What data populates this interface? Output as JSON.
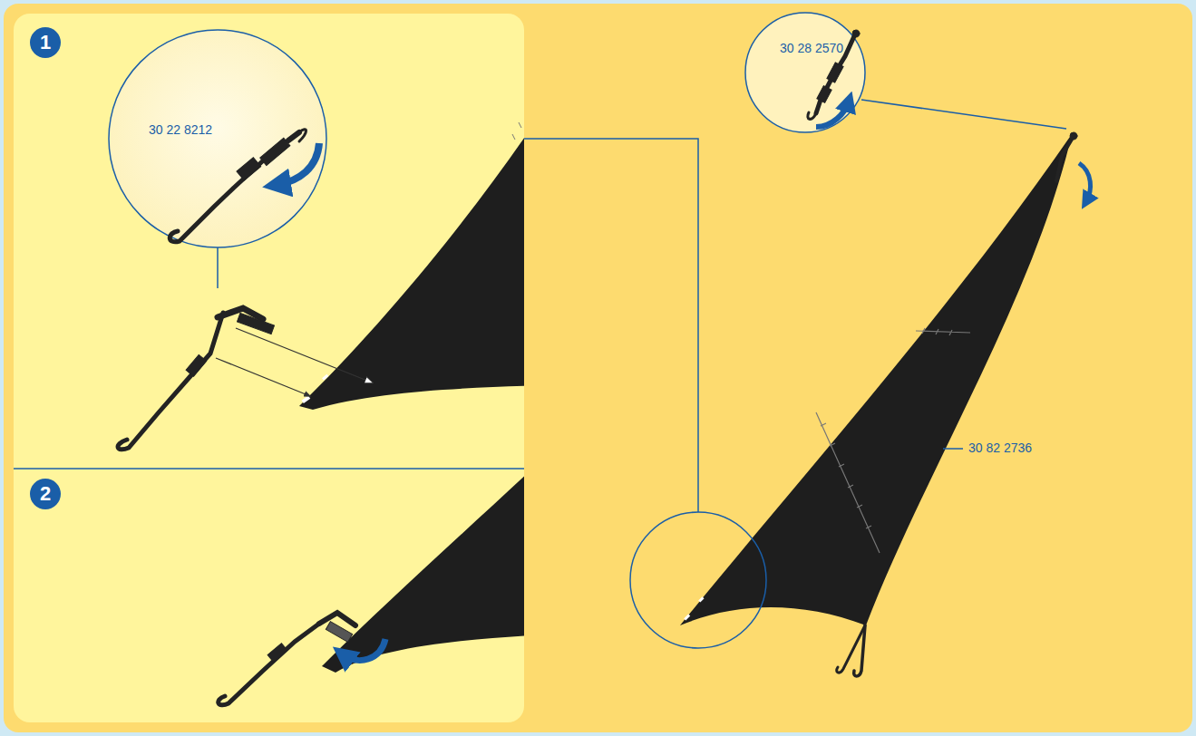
{
  "diagram": {
    "nodes": [
      {
        "text": [
          "1"
        ]
      },
      {
        "text": [
          "2"
        ]
      }
    ],
    "labels": [
      "30 22 8212",
      "30 28 2570",
      "30 82 2736"
    ]
  }
}
